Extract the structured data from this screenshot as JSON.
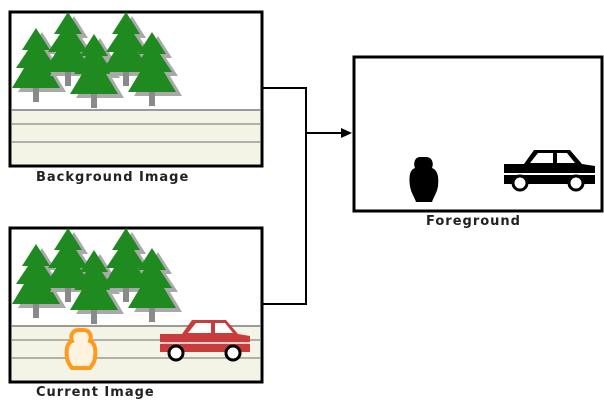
{
  "labels": {
    "background": "Background Image",
    "current": "Current Image",
    "foreground": "Foreground"
  },
  "panels": [
    {
      "name": "background-image-panel",
      "contents": [
        "trees",
        "road"
      ]
    },
    {
      "name": "current-image-panel",
      "contents": [
        "trees",
        "road",
        "person",
        "car"
      ]
    },
    {
      "name": "foreground-panel",
      "contents": [
        "person",
        "car"
      ]
    }
  ],
  "icons": {
    "tree": "pine-tree-icon",
    "person": "person-icon",
    "car": "car-icon",
    "arrow": "arrow-icon"
  },
  "colors": {
    "frame": "#000000",
    "tree_green": "#1f8a1f",
    "tree_shadow": "#a9a9a9",
    "trunk": "#8a8a8a",
    "road": "#f3f3e6",
    "road_line": "#9a9a9a",
    "person_current": "#ff9a1a",
    "car_current": "#c83c3c",
    "silhouette": "#000000"
  }
}
